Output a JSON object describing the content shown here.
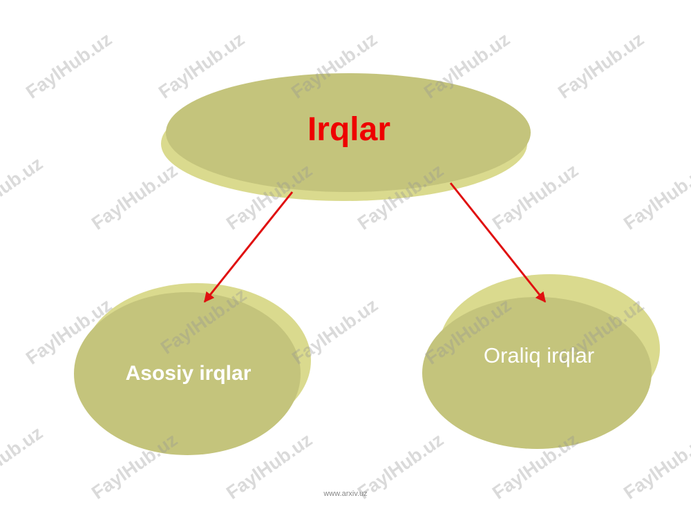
{
  "diagram": {
    "root": {
      "label": "Irqlar"
    },
    "children": [
      {
        "label": "Asosiy irqlar"
      },
      {
        "label": "Oraliq irqlar"
      }
    ]
  },
  "watermark": "FaylHub.uz",
  "footer": "www.arxiv.uz",
  "colors": {
    "ellipse_fill": "#c4c47c",
    "ellipse_shade": "#dada8e",
    "arrow": "#e01010",
    "title_text": "#ee0000",
    "node_text": "#ffffff"
  }
}
